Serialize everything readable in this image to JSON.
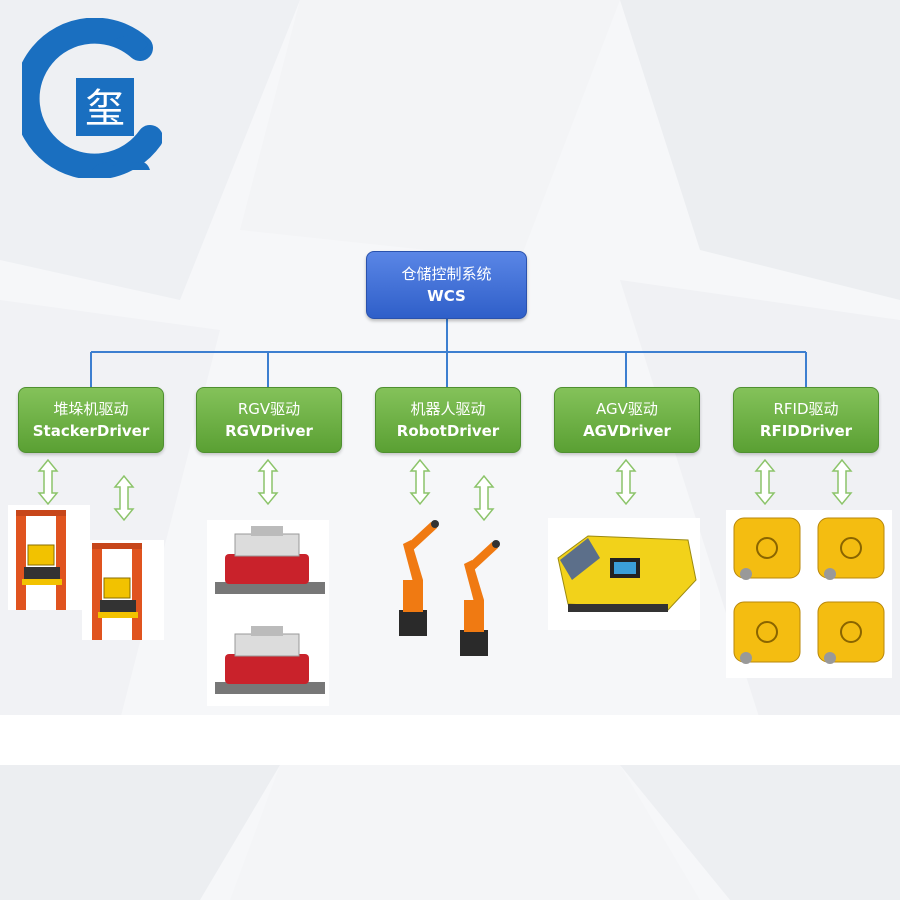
{
  "logo": {
    "glyph": "玺",
    "colors": {
      "primary": "#1a6fc0"
    }
  },
  "root": {
    "line1": "仓储控制系统",
    "line2": "WCS"
  },
  "drivers": [
    {
      "line1": "堆垛机驱动",
      "line2": "StackerDriver"
    },
    {
      "line1": "RGV驱动",
      "line2": "RGVDriver"
    },
    {
      "line1": "机器人驱动",
      "line2": "RobotDriver"
    },
    {
      "line1": "AGV驱动",
      "line2": "AGVDriver"
    },
    {
      "line1": "RFID驱动",
      "line2": "RFIDDriver"
    }
  ],
  "colors": {
    "root_fill": "#3f6fd6",
    "driver_fill": "#6cb044",
    "connector": "#3d7fd0",
    "arrow": "#8cc46a"
  }
}
